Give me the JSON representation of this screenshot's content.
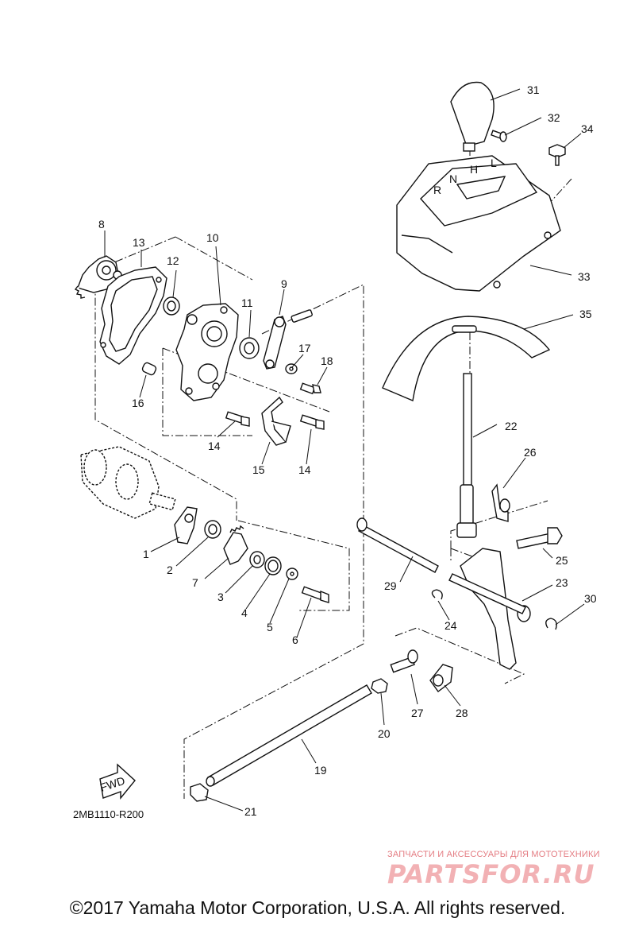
{
  "diagram": {
    "code": "2MB1110-R200",
    "fwd_label": "FWD",
    "shifter_letters": [
      "R",
      "N",
      "H",
      "L"
    ],
    "callouts": [
      "1",
      "2",
      "3",
      "4",
      "5",
      "6",
      "7",
      "8",
      "9",
      "10",
      "11",
      "12",
      "13",
      "14",
      "14",
      "15",
      "16",
      "17",
      "18",
      "19",
      "20",
      "21",
      "22",
      "23",
      "24",
      "25",
      "26",
      "27",
      "28",
      "29",
      "30",
      "31",
      "32",
      "33",
      "34",
      "35"
    ]
  },
  "footer": {
    "copyright": "©2017 Yamaha Motor Corporation, U.S.A. All rights reserved."
  },
  "watermark": {
    "tagline": "ЗАПЧАСТИ И АКСЕССУАРЫ ДЛЯ МОТОТЕХНИКИ",
    "logo": "PARTSFOR.RU"
  }
}
